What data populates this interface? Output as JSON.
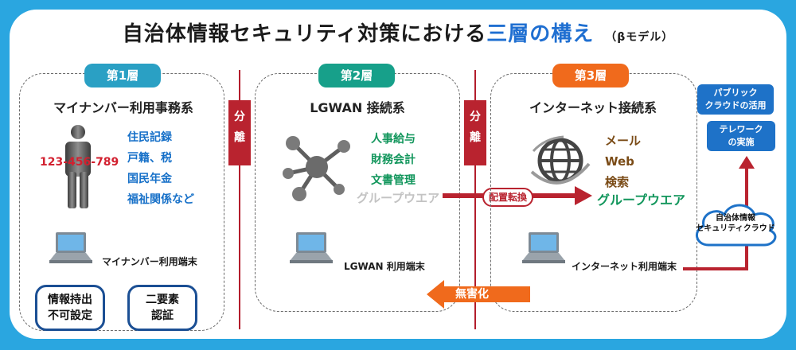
{
  "title": {
    "main_prefix": "自治体情報セキュリティ対策における",
    "main_highlight": "三層の構え",
    "subtitle": "（βモデル）"
  },
  "layers": [
    {
      "badge": "第1層",
      "badge_color": "#2aa0c4",
      "name": "マイナンバー利用事務系",
      "items": [
        "住民記録",
        "戸籍、税",
        "国民年金",
        "福祉関係など"
      ],
      "number": "123-456-789",
      "terminal": "マイナンバー利用端末",
      "buttons": [
        "情報持出\n不可設定",
        "二要素\n認証"
      ]
    },
    {
      "badge": "第2層",
      "badge_color": "#17a08a",
      "name": "LGWAN 接続系",
      "items": [
        "人事給与",
        "財務会計",
        "文書管理"
      ],
      "groupware": "グループウエア",
      "terminal": "LGWAN 利用端末"
    },
    {
      "badge": "第3層",
      "badge_color": "#f06a1c",
      "name": "インターネット接続系",
      "items": [
        "メール",
        "Web",
        "検索"
      ],
      "groupware": "グループウエア",
      "terminal": "インターネット利用端末"
    }
  ],
  "separators": [
    "分\n離",
    "分\n離"
  ],
  "relocation_label": "配置転換",
  "sanitize_label": "無害化",
  "cloud": {
    "label": "自治体情報\nセキュリティクラウド",
    "public_cloud": "パブリック\nクラウドの活用",
    "telework": "テレワーク\nの実施"
  },
  "colors": {
    "accent_blue": "#1f6fd1",
    "frame": "#2aa6e0",
    "separator_red": "#b9232f",
    "orange": "#f06a1c"
  }
}
